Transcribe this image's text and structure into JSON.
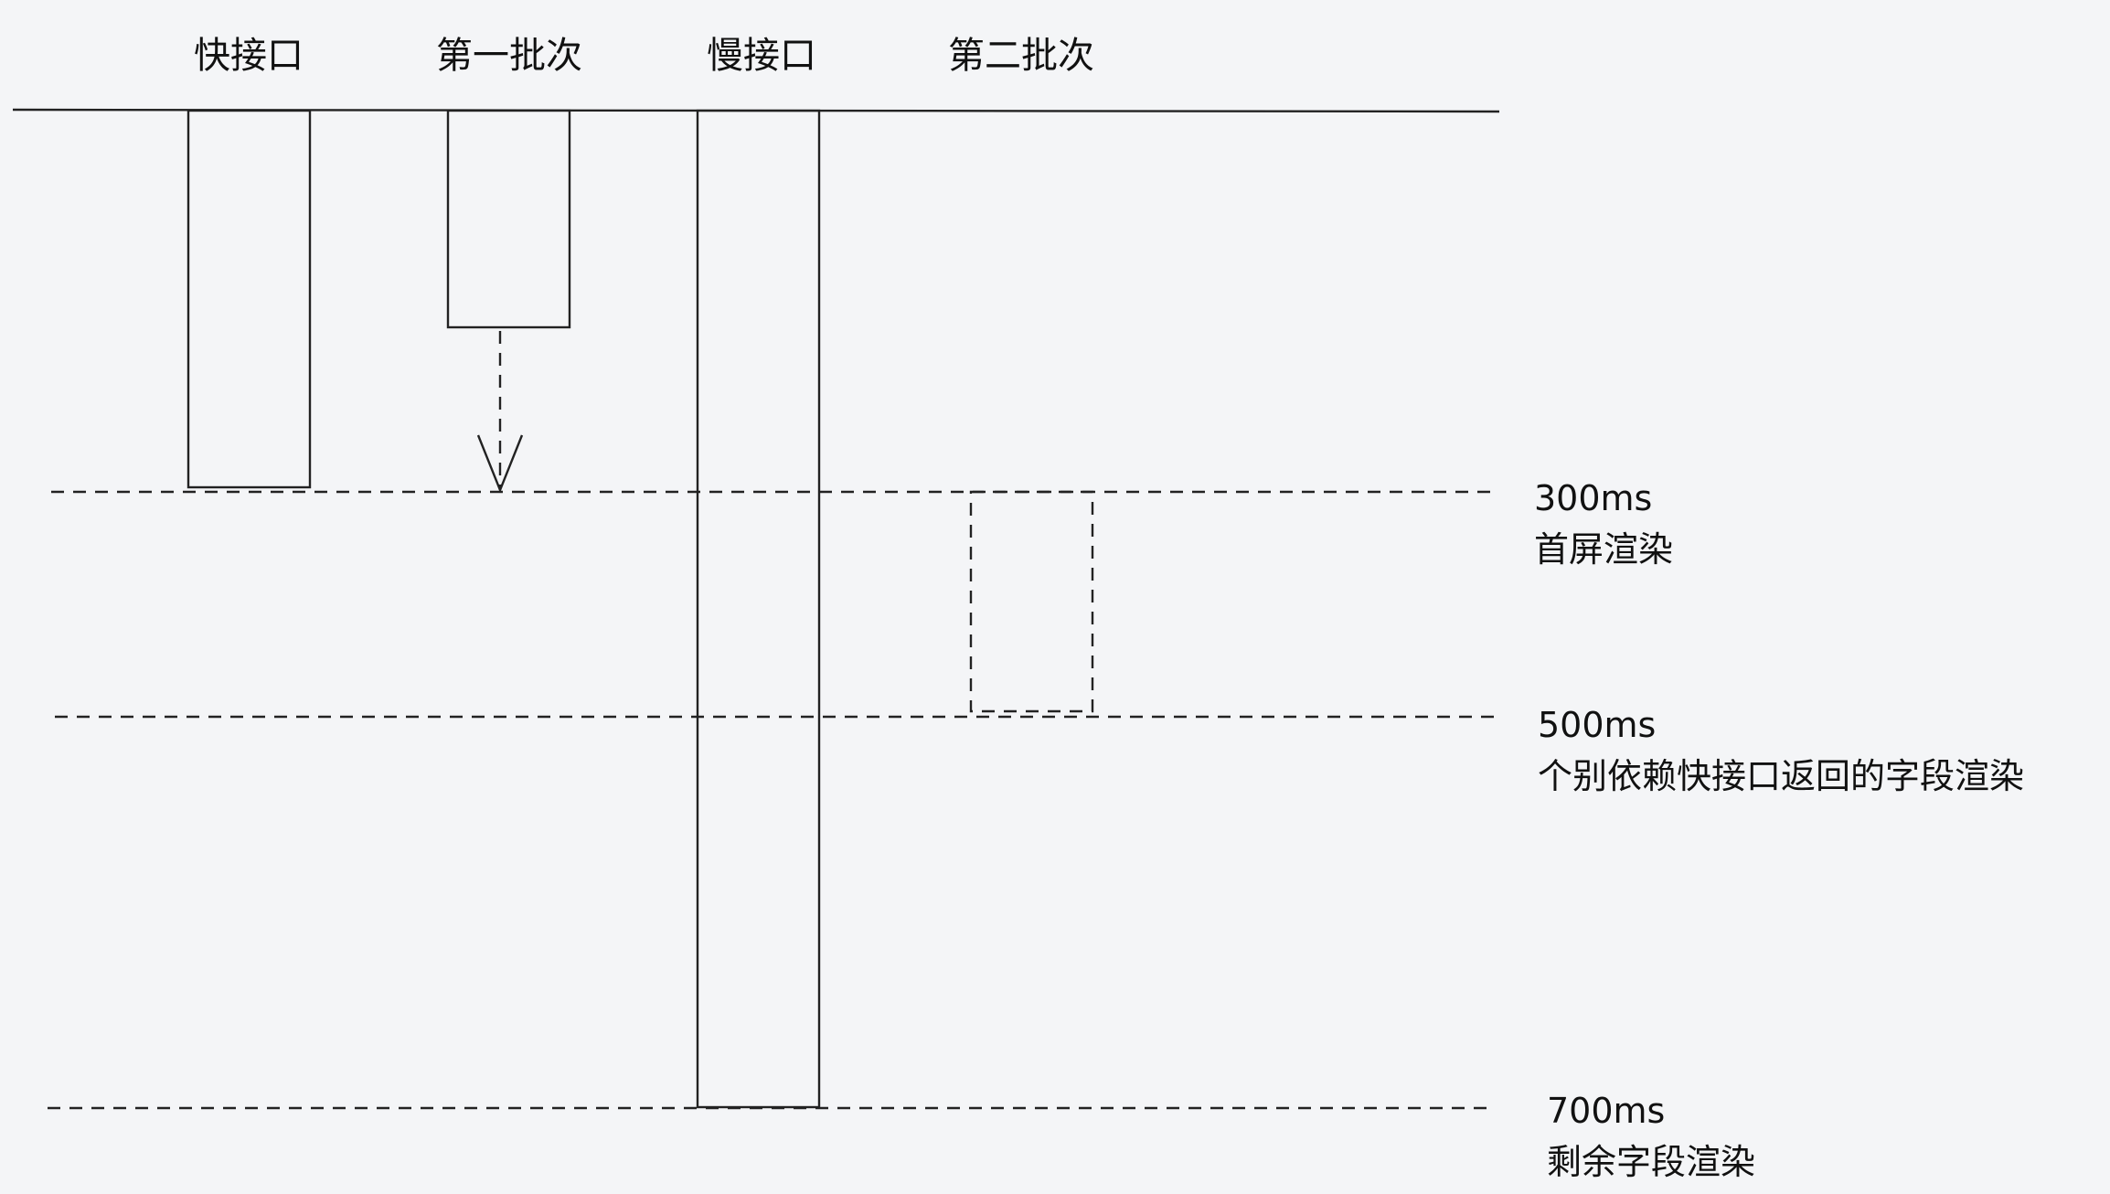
{
  "columns": [
    {
      "label": "快接口"
    },
    {
      "label": "第一批次"
    },
    {
      "label": "慢接口"
    },
    {
      "label": "第二批次"
    }
  ],
  "milestones": [
    {
      "time": "300ms",
      "desc": "首屏渲染"
    },
    {
      "time": "500ms",
      "desc": "个别依赖快接口返回的字段渲染"
    },
    {
      "time": "700ms",
      "desc": "剩余字段渲染"
    }
  ]
}
